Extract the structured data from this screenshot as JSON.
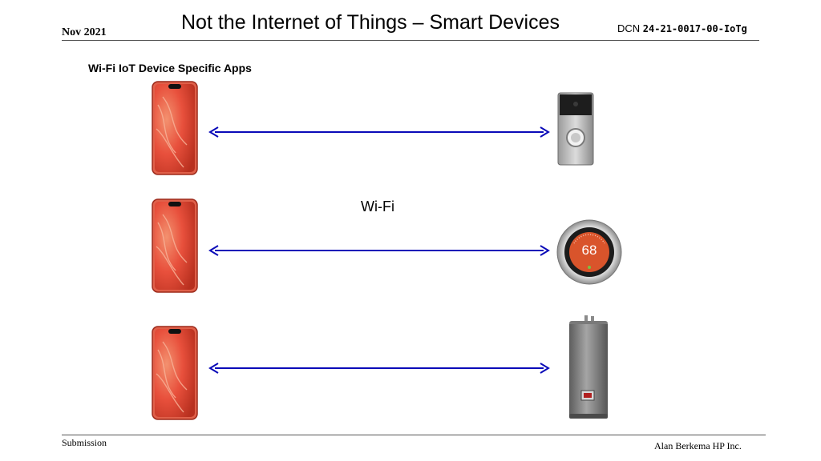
{
  "header": {
    "date": "Nov 2021",
    "title": "Not the Internet of Things – Smart Devices",
    "dcn_prefix": "DCN",
    "dcn_number": "24-21-0017-00-IoTg"
  },
  "slide": {
    "subtitle": "Wi-Fi IoT Device Specific Apps",
    "link_label": "Wi-Fi",
    "thermostat_reading": "68",
    "arrow_color": "#0a0ab8",
    "phone_color": "#e8503c"
  },
  "footer": {
    "left": "Submission",
    "right": "Alan Berkema HP Inc."
  }
}
